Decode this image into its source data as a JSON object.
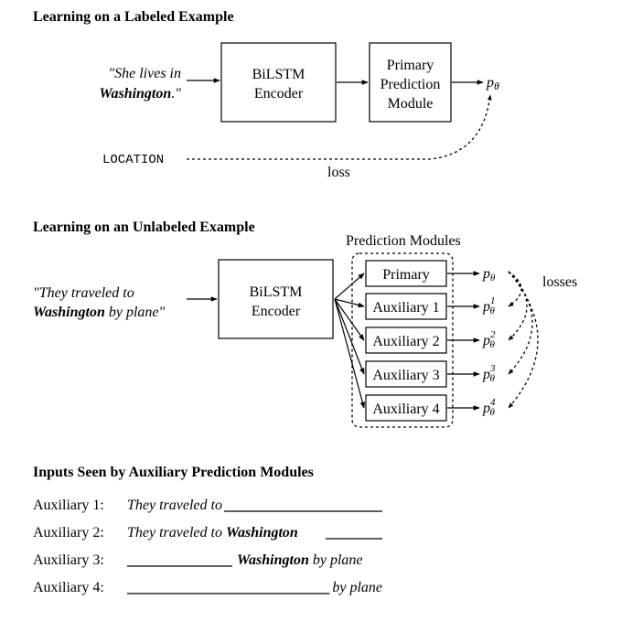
{
  "labeled": {
    "title": "Learning on a Labeled Example",
    "input_line1": "\"She lives in",
    "input_line2_bold": "Washington",
    "input_line2_tail": ".\"",
    "encoder_line1": "BiLSTM",
    "encoder_line2": "Encoder",
    "module_line1": "Primary",
    "module_line2": "Prediction",
    "module_line3": "Module",
    "output_p": "p",
    "output_sub": "θ",
    "label": "LOCATION",
    "loss": "loss"
  },
  "unlabeled": {
    "title": "Learning on an Unlabeled Example",
    "modules_title": "Prediction Modules",
    "input_line1": "\"They traveled to",
    "input_line2_bold": "Washington",
    "input_line2_tail": " by plane\"",
    "encoder_line1": "BiLSTM",
    "encoder_line2": "Encoder",
    "modules": [
      {
        "label": "Primary",
        "out_p": "p",
        "out_sub": "θ",
        "out_sup": ""
      },
      {
        "label": "Auxiliary 1",
        "out_p": "p",
        "out_sub": "θ",
        "out_sup": "1"
      },
      {
        "label": "Auxiliary 2",
        "out_p": "p",
        "out_sub": "θ",
        "out_sup": "2"
      },
      {
        "label": "Auxiliary 3",
        "out_p": "p",
        "out_sub": "θ",
        "out_sup": "3"
      },
      {
        "label": "Auxiliary 4",
        "out_p": "p",
        "out_sub": "θ",
        "out_sup": "4"
      }
    ],
    "losses": "losses"
  },
  "inputs": {
    "title": "Inputs Seen by Auxiliary Prediction Modules",
    "rows": [
      {
        "name": "Auxiliary 1:",
        "pre": "They traveled to",
        "bold": "",
        "post": ""
      },
      {
        "name": "Auxiliary 2:",
        "pre": "They traveled to ",
        "bold": "Washington",
        "post": ""
      },
      {
        "name": "Auxiliary 3:",
        "pre": "",
        "bold": "Washington",
        "post": " by plane"
      },
      {
        "name": "Auxiliary 4:",
        "pre": "",
        "bold": "",
        "post": "by plane"
      }
    ]
  }
}
